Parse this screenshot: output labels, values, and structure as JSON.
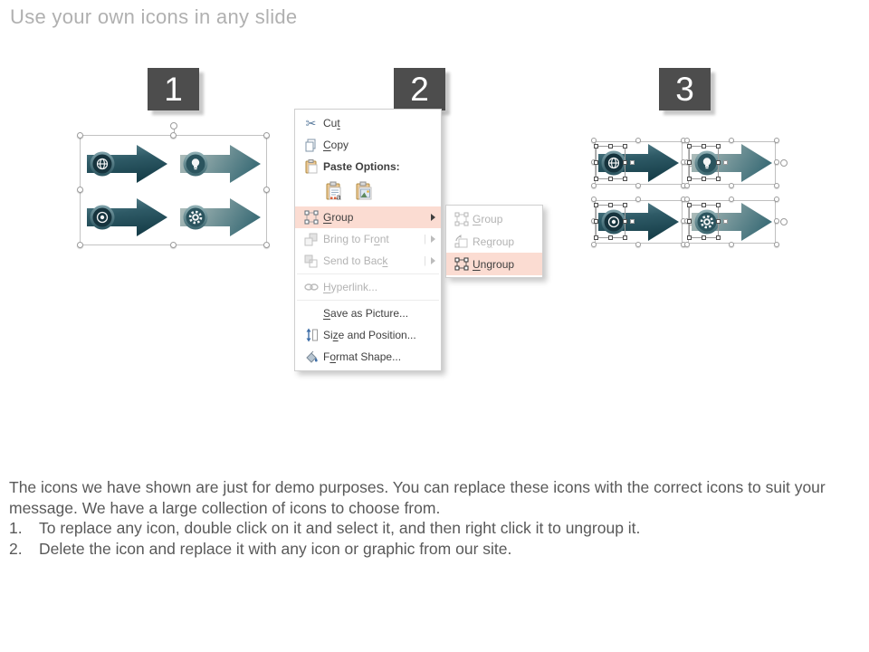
{
  "slide": {
    "title": "Use your own icons in any slide"
  },
  "steps": [
    {
      "number": "1"
    },
    {
      "number": "2"
    },
    {
      "number": "3"
    }
  ],
  "arrow_groups": {
    "grouped_icons": [
      "globe",
      "lightbulb",
      "target",
      "gear"
    ],
    "ungrouped_icons": [
      "globe",
      "lightbulb",
      "target",
      "gear"
    ]
  },
  "colors": {
    "badge_bg": "#4d4d4d",
    "title_gray": "#b0b0b0",
    "body_text": "#595959",
    "menu_highlight": "#fbdcd2",
    "arrow_dark_start": "#558089",
    "arrow_dark_end": "#173f4a",
    "arrow_light_start": "#b3c0bd",
    "arrow_light_end": "#3f6f79"
  },
  "context_menu": {
    "items": [
      {
        "name": "cut",
        "pre": "Cu",
        "key": "t",
        "post": ""
      },
      {
        "name": "copy",
        "pre": "",
        "key": "C",
        "post": "opy"
      },
      {
        "name": "paste-options",
        "label": "Paste Options:"
      },
      {
        "name": "group",
        "pre": "",
        "key": "G",
        "post": "roup"
      },
      {
        "name": "bring-to-front",
        "pre": "Bring to Fr",
        "key": "o",
        "post": "nt"
      },
      {
        "name": "send-to-back",
        "pre": "Send to Bac",
        "key": "k",
        "post": ""
      },
      {
        "name": "hyperlink",
        "pre": "",
        "key": "H",
        "post": "yperlink..."
      },
      {
        "name": "save-as-picture",
        "pre": "",
        "key": "S",
        "post": "ave as Picture..."
      },
      {
        "name": "size-and-position",
        "pre": "Si",
        "key": "z",
        "post": "e and Position..."
      },
      {
        "name": "format-shape",
        "pre": "F",
        "key": "o",
        "post": "rmat Shape..."
      }
    ],
    "submenu": {
      "items": [
        {
          "name": "group",
          "pre": "",
          "key": "G",
          "post": "roup"
        },
        {
          "name": "regroup",
          "pre": "Re",
          "key": "g",
          "post": "roup"
        },
        {
          "name": "ungroup",
          "pre": "",
          "key": "U",
          "post": "ngroup"
        }
      ]
    }
  },
  "description": {
    "paragraph": "The icons we have shown are just for demo purposes. You can replace these icons with the correct icons to suit your message. We have a large collection of icons to choose from.",
    "steps": [
      {
        "number": "1.",
        "text": "To replace any icon, double click on it and select it, and then right click it to ungroup it."
      },
      {
        "number": "2.",
        "text": "Delete the icon and replace it with any icon or graphic from our site."
      }
    ]
  }
}
